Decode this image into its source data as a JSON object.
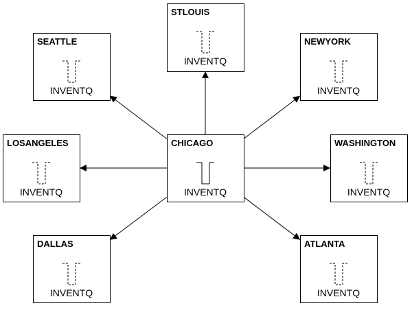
{
  "colors": {
    "line": "#000000",
    "background": "#ffffff"
  },
  "nodes": [
    {
      "id": "stlouis",
      "name": "STLOUIS",
      "queue": "INVENTQ",
      "queue_style": "dashed"
    },
    {
      "id": "seattle",
      "name": "SEATTLE",
      "queue": "INVENTQ",
      "queue_style": "dashed"
    },
    {
      "id": "newyork",
      "name": "NEWYORK",
      "queue": "INVENTQ",
      "queue_style": "dashed"
    },
    {
      "id": "losangeles",
      "name": "LOSANGELES",
      "queue": "INVENTQ",
      "queue_style": "dashed"
    },
    {
      "id": "chicago",
      "name": "CHICAGO",
      "queue": "INVENTQ",
      "queue_style": "solid"
    },
    {
      "id": "washington",
      "name": "WASHINGTON",
      "queue": "INVENTQ",
      "queue_style": "dashed"
    },
    {
      "id": "dallas",
      "name": "DALLAS",
      "queue": "INVENTQ",
      "queue_style": "dashed"
    },
    {
      "id": "atlanta",
      "name": "ATLANTA",
      "queue": "INVENTQ",
      "queue_style": "dashed"
    }
  ],
  "edges": [
    {
      "from": "chicago",
      "to": "stlouis"
    },
    {
      "from": "chicago",
      "to": "seattle"
    },
    {
      "from": "chicago",
      "to": "newyork"
    },
    {
      "from": "chicago",
      "to": "losangeles"
    },
    {
      "from": "chicago",
      "to": "washington"
    },
    {
      "from": "chicago",
      "to": "dallas"
    },
    {
      "from": "chicago",
      "to": "atlanta"
    }
  ]
}
